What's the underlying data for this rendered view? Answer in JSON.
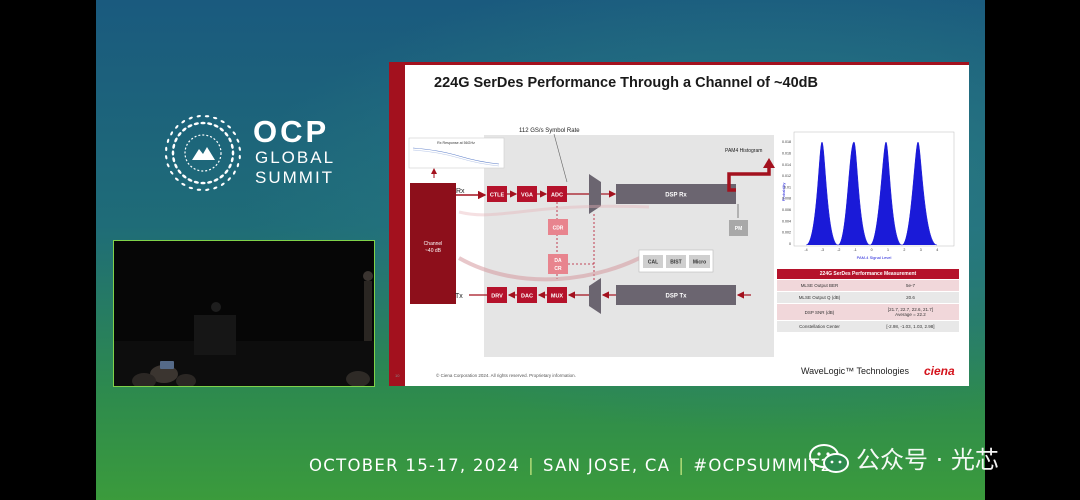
{
  "branding": {
    "ocp": "OCP",
    "line1": "GLOBAL",
    "line2": "SUMMIT"
  },
  "slide": {
    "title": "224G SerDes Performance Through a Channel of ~40dB",
    "symbol_rate": "112 GS/s Symbol Rate",
    "rx_response": "Rx Response at 56GHz",
    "pam4_histogram": "PAM4 Histogram",
    "rx": "Rx",
    "tx": "Tx",
    "channel": "Channel",
    "channel_db": "~40 dB",
    "blocks": {
      "ctle": "CTLE",
      "vga": "VGA",
      "adc": "ADC",
      "dsp_rx": "DSP Rx",
      "cdr": "CDR",
      "da": "DA",
      "cr": "CR",
      "pm": "PM",
      "cal": "CAL",
      "bist": "BIST",
      "micro": "Micro",
      "drv": "DRV",
      "dac": "DAC",
      "mux": "MUX",
      "dsp_tx": "DSP Tx"
    },
    "histogram": {
      "ylabel": "Probability",
      "xlabel": "PAM-4 Signal Level",
      "yticks": [
        "0.018",
        "0.016",
        "0.014",
        "0.012",
        "0.01",
        "0.008",
        "0.006",
        "0.004",
        "0.002",
        "0"
      ],
      "xticks": [
        "-4",
        "-3",
        "-2",
        "-1",
        "0",
        "1",
        "2",
        "3",
        "4"
      ]
    },
    "table": {
      "title": "224G SerDes Performance Measurement",
      "rows": [
        {
          "label": "MLSE Output BER",
          "value": "5e-7"
        },
        {
          "label": "MLSE Output Q (dB)",
          "value": "20.6"
        },
        {
          "label": "DSP SNR (dB)",
          "value": "[21.7, 22.7, 22.6, 21.7]",
          "value2": "Average = 22.2"
        },
        {
          "label": "Constellation Center",
          "value": "[-2.98, -1.03, 1.03, 2.98]"
        }
      ]
    },
    "footer": "© Ciena Corporation 2024. All rights reserved. Proprietary information.",
    "slide_number": "10",
    "wavelogic": "WaveLogic™ Technologies",
    "ciena": "ciena"
  },
  "footer": {
    "date": "OCTOBER 15-17, 2024",
    "location": "SAN JOSE, CA",
    "hashtag": "#OCPSUMMIT24"
  },
  "watermark": {
    "text": "公众号 · 光芯"
  },
  "colors": {
    "brand_red": "#a3111e",
    "accent_green": "#b9e07a",
    "block_red": "#b5122b",
    "block_grey": "#6b6570",
    "histogram_blue": "#1a1ad8"
  }
}
